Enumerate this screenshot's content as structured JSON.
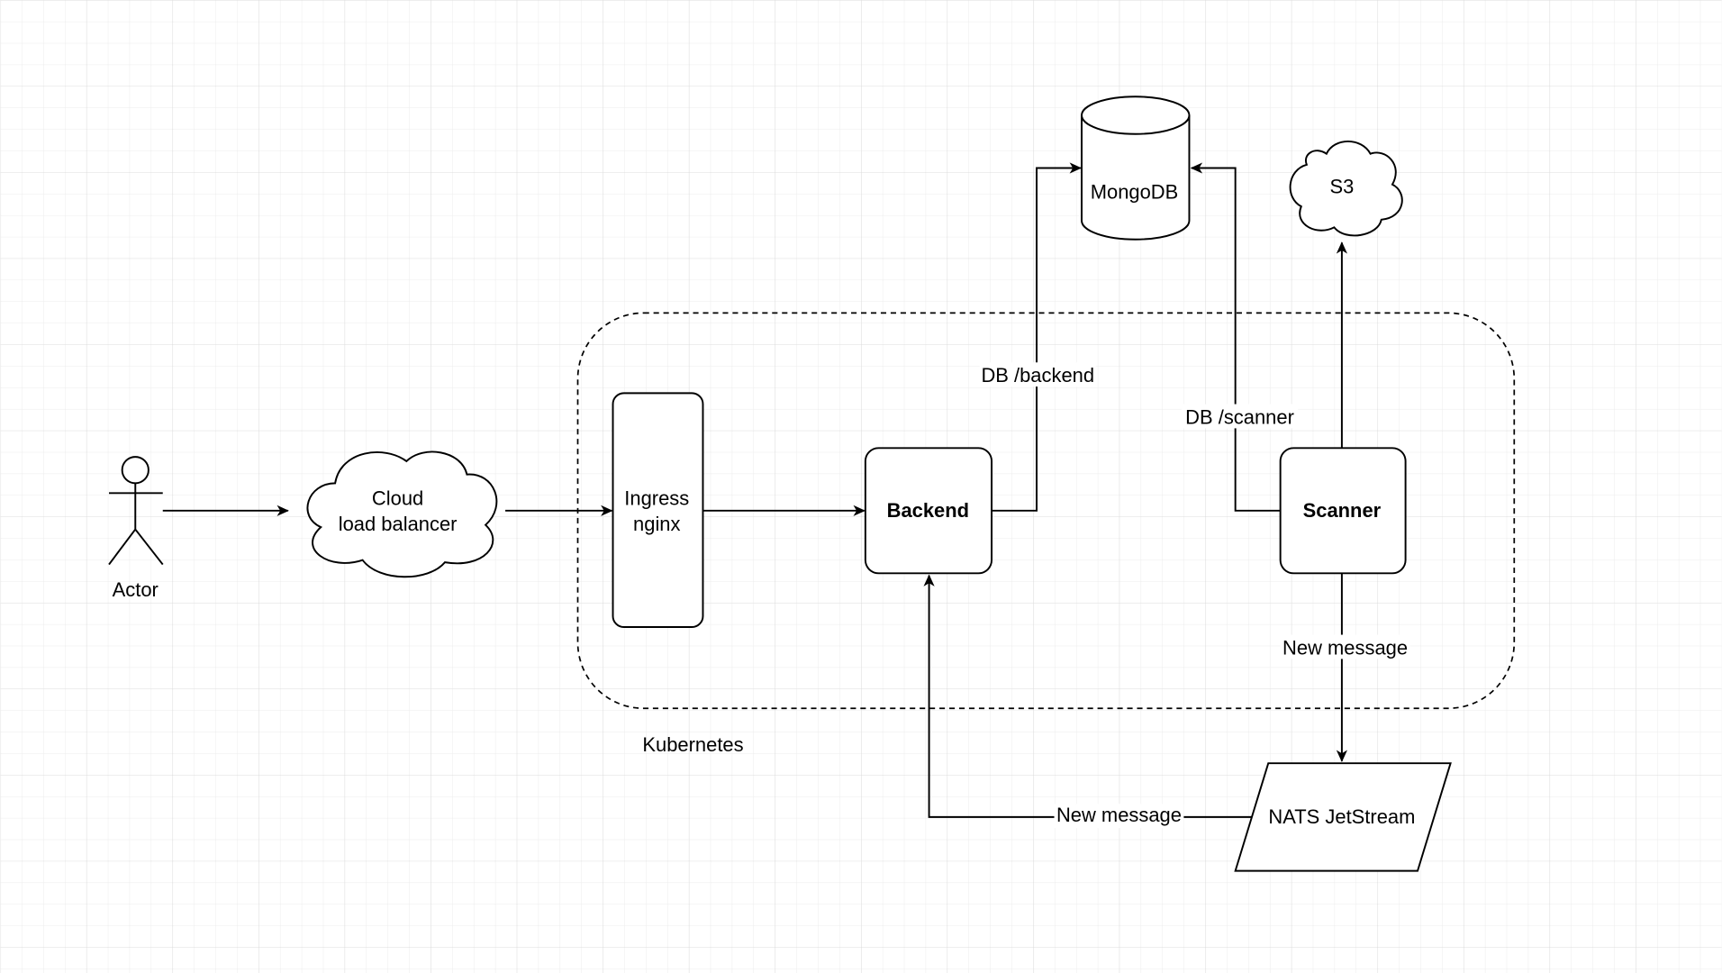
{
  "nodes": {
    "actor": "Actor",
    "cloud_lb": [
      "Cloud",
      "load balancer"
    ],
    "ingress": [
      "Ingress",
      "nginx"
    ],
    "backend": "Backend",
    "scanner": "Scanner",
    "mongodb": "MongoDB",
    "s3": "S3",
    "nats": "NATS JetStream",
    "kubernetes": "Kubernetes"
  },
  "edges": {
    "backend_db": "DB /backend",
    "scanner_db": "DB /scanner",
    "scanner_nats": "New message",
    "nats_backend": "New message"
  },
  "colors": {
    "stroke": "#000000",
    "grid": "#e6e6e6",
    "background": "#ffffff"
  }
}
